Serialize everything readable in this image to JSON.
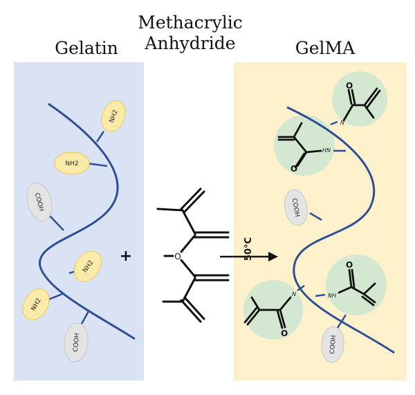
{
  "titles": {
    "gelatin": "Gelatin",
    "methacrylic_anhydride_line1": "Methacrylic",
    "methacrylic_anhydride_line2": "Anhydride",
    "gelma": "GelMA"
  },
  "gelatin_groups": {
    "nh2_1": "NH2",
    "nh2_2": "NH2",
    "cooh_1": "COOH",
    "nh2_3": "NH2",
    "nh2_4": "NH2",
    "cooh_2": "COOH"
  },
  "gelma_groups": {
    "cooh_1": "COOH",
    "cooh_2": "COOH",
    "nh_1": "N",
    "nh_2": "HN",
    "nh_3": "N",
    "nh_4": "NH",
    "o_1": "O",
    "o_2": "O",
    "o_3": "O",
    "o_4": "O"
  },
  "reaction": {
    "plus": "+",
    "condition": "50°C",
    "bridging_oxygen": "O"
  },
  "colors": {
    "gelatin_panel": "#dae3f3",
    "gelma_panel": "#fdf1cc",
    "chain": "#2e4d97",
    "nh2_fill": "#fbeaa8",
    "cooh_fill": "#e4e4e4",
    "ma_circle": "#d4e7d0"
  }
}
